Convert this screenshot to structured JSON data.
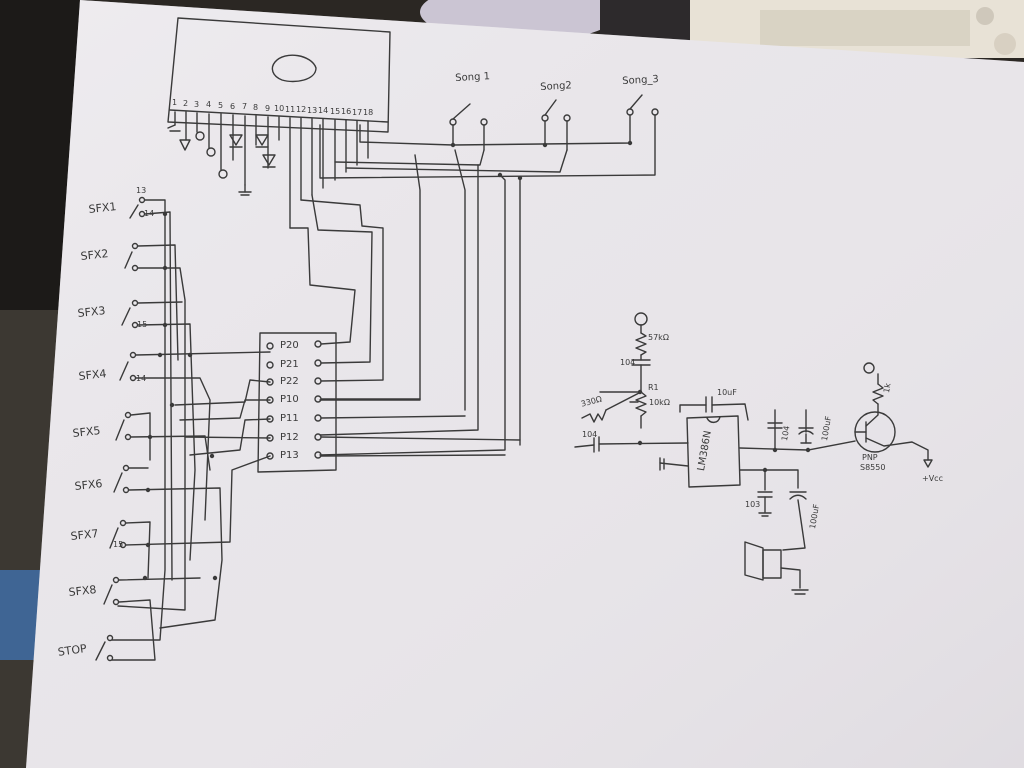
{
  "sfx_labels": [
    "SFX1",
    "SFX2",
    "SFX3",
    "SFX4",
    "SFX5",
    "SFX6",
    "SFX7",
    "SFX8",
    "STOP"
  ],
  "song_labels": [
    "Song 1",
    "Song2",
    "Song_3"
  ],
  "p_labels": [
    "P20",
    "P21",
    "P22",
    "P10",
    "P11",
    "P12",
    "P13"
  ],
  "module_pins": [
    "1",
    "2",
    "3",
    "4",
    "5",
    "6",
    "7",
    "8",
    "9",
    "10",
    "11",
    "12",
    "13",
    "14",
    "15",
    "16",
    "17",
    "18"
  ],
  "switch_pins": {
    "a": "13",
    "b": "14",
    "c": "15"
  },
  "amp": {
    "ic": "LM386N",
    "r1": "R1",
    "r1_val": "10kΩ",
    "r_top": "57kΩ",
    "r_in": "330Ω",
    "c_in": "104",
    "c_top": "104",
    "c_fb": "10uF",
    "c_bypass": "100uF",
    "c_out": "100uF",
    "c_103": "103",
    "c_104b": "104",
    "r_base": "1k",
    "transistor": "PNP",
    "transistor_part": "S8550",
    "vcc": "+Vcc"
  },
  "colors": {
    "paper": "#e9e6ea",
    "ink": "#3a3a3a",
    "background": "#2a2622"
  }
}
